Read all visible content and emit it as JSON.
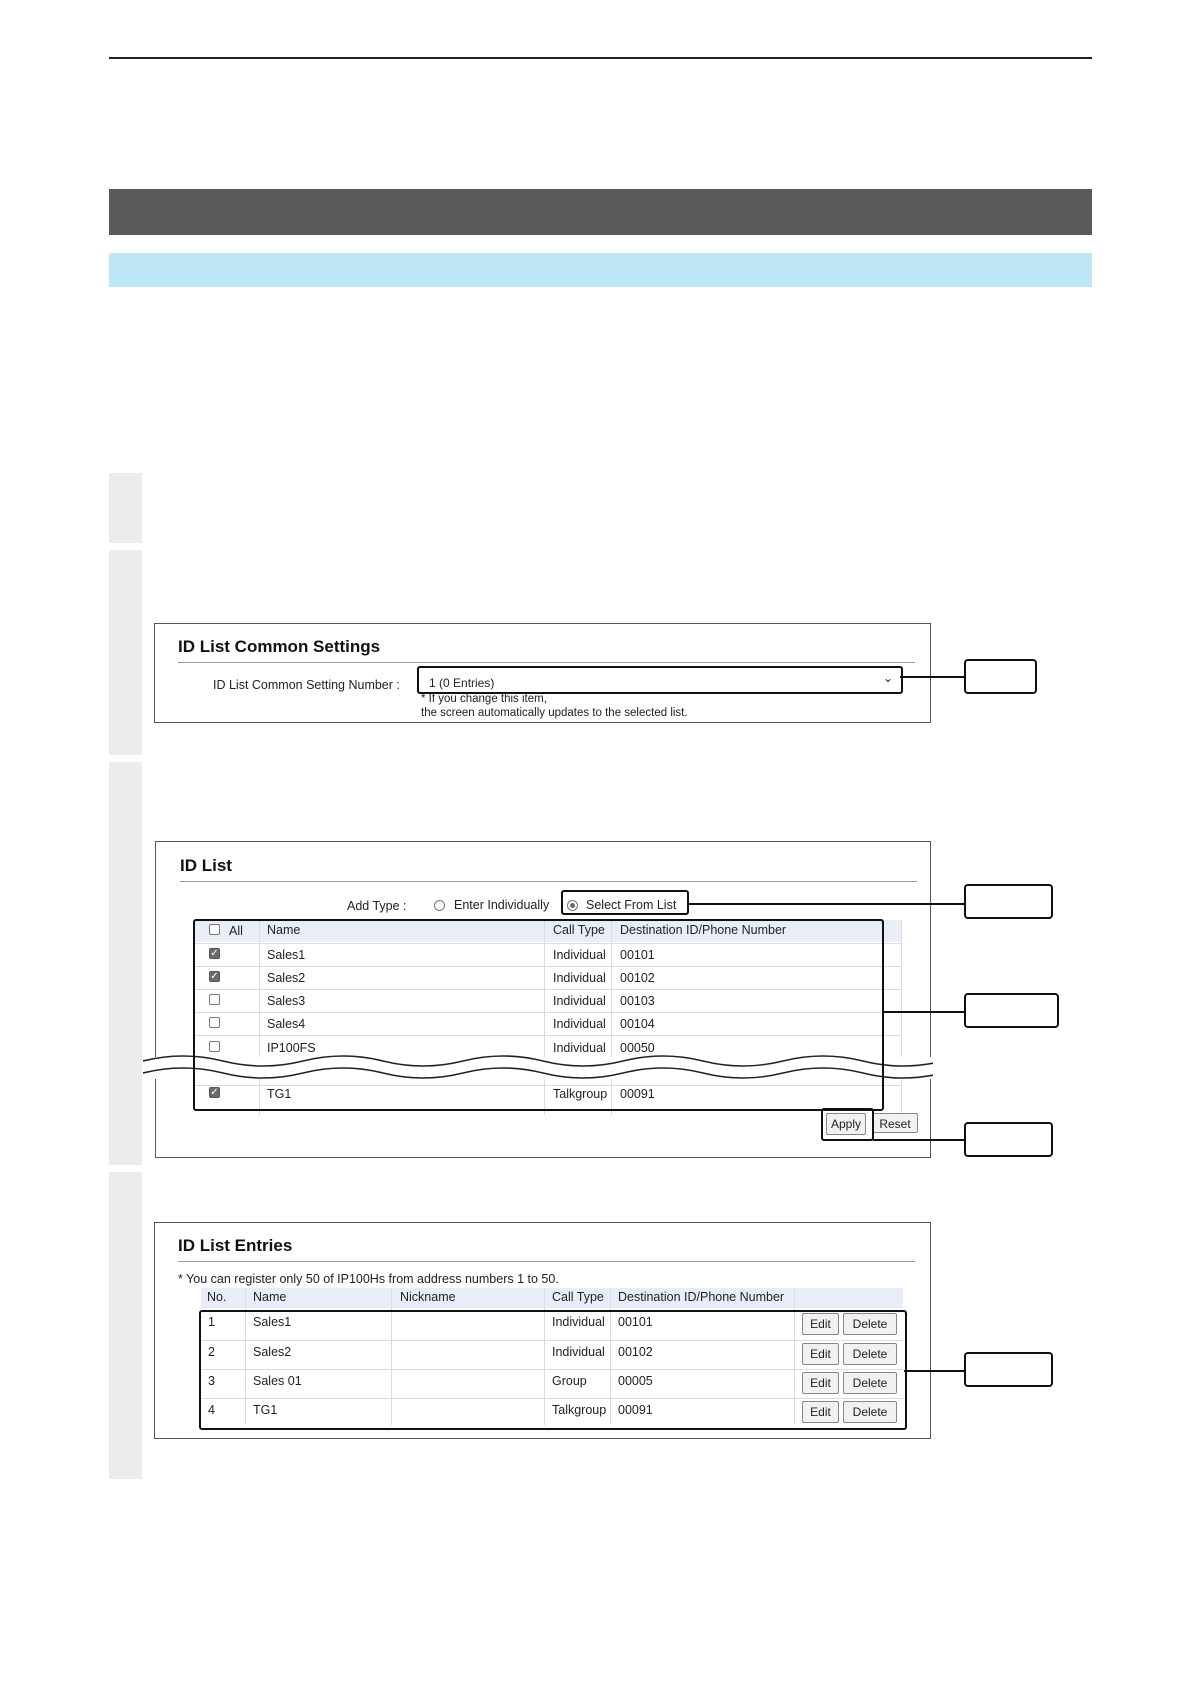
{
  "common_settings": {
    "title": "ID List Common Settings",
    "field_label": "ID List Common Setting Number :",
    "selected_value": "1 (0 Entries)",
    "note_line1": "* If you change this item,",
    "note_line2": "the screen automatically updates to the selected list."
  },
  "id_list": {
    "title": "ID List",
    "add_type_label": "Add Type :",
    "option_individual": "Enter Individually",
    "option_select": "Select From List",
    "selected_option": "Select From List",
    "header_all": "All",
    "header_name": "Name",
    "header_call_type": "Call Type",
    "header_destination": "Destination ID/Phone Number",
    "rows": [
      {
        "checked": true,
        "name": "Sales1",
        "call_type": "Individual",
        "dest": "00101"
      },
      {
        "checked": true,
        "name": "Sales2",
        "call_type": "Individual",
        "dest": "00102"
      },
      {
        "checked": false,
        "name": "Sales3",
        "call_type": "Individual",
        "dest": "00103"
      },
      {
        "checked": false,
        "name": "Sales4",
        "call_type": "Individual",
        "dest": "00104"
      },
      {
        "checked": false,
        "name": "IP100FS",
        "call_type": "Individual",
        "dest": "00050"
      },
      {
        "checked": true,
        "name": "TG1",
        "call_type": "Talkgroup",
        "dest": "00091"
      }
    ],
    "apply_label": "Apply",
    "reset_label": "Reset"
  },
  "entries": {
    "title": "ID List Entries",
    "note": "* You can register only 50 of IP100Hs from address numbers 1 to 50.",
    "header_no": "No.",
    "header_name": "Name",
    "header_nickname": "Nickname",
    "header_call_type": "Call Type",
    "header_destination": "Destination ID/Phone Number",
    "edit_label": "Edit",
    "delete_label": "Delete",
    "rows": [
      {
        "no": "1",
        "name": "Sales1",
        "nickname": "",
        "call_type": "Individual",
        "dest": "00101"
      },
      {
        "no": "2",
        "name": "Sales2",
        "nickname": "",
        "call_type": "Individual",
        "dest": "00102"
      },
      {
        "no": "3",
        "name": "Sales 01",
        "nickname": "",
        "call_type": "Group",
        "dest": "00005"
      },
      {
        "no": "4",
        "name": "TG1",
        "nickname": "",
        "call_type": "Talkgroup",
        "dest": "00091"
      }
    ]
  }
}
